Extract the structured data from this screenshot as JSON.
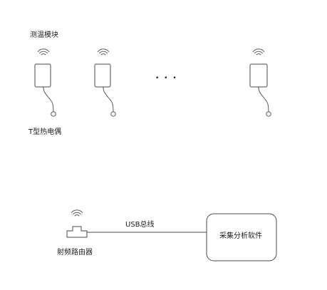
{
  "labels": {
    "module_title": "测温模块",
    "thermocouple": "T型热电偶",
    "usb_line": "USB总线",
    "router": "射频路由器",
    "software": "采集分析软件"
  },
  "ellipsis": "• • •",
  "colors": {
    "stroke": "#4a4a4a",
    "text": "#1a1a1a",
    "background": "#ffffff"
  },
  "icons": {
    "module": "wireless-sensor-icon",
    "signal": "wifi-signal-icon",
    "probe": "thermocouple-probe-icon",
    "router": "router-icon"
  }
}
